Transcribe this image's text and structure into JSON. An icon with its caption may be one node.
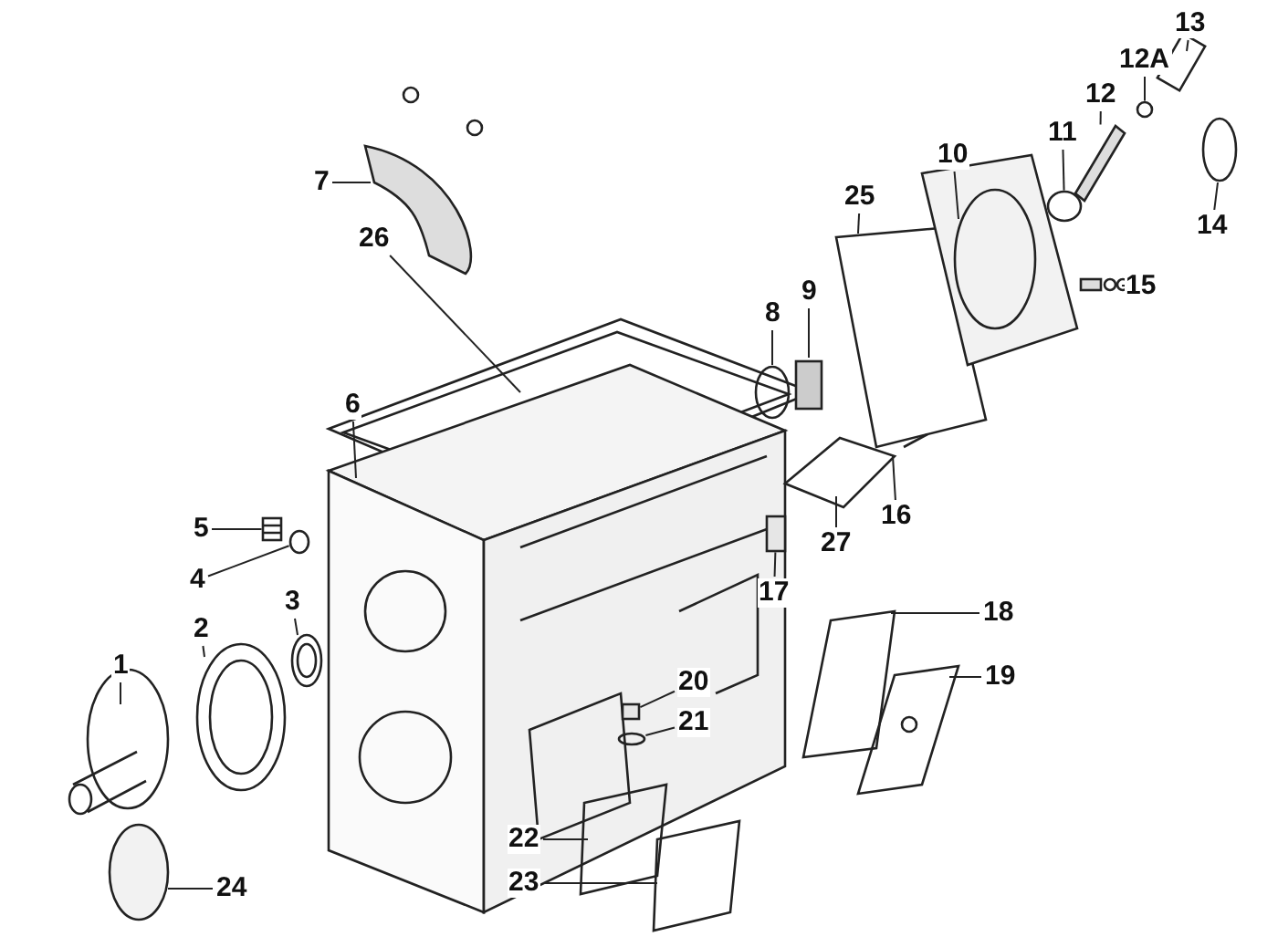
{
  "diagram": {
    "nodes": [
      {
        "text": [
          "1"
        ]
      },
      {
        "text": [
          "2"
        ]
      },
      {
        "text": [
          "3"
        ]
      },
      {
        "text": [
          "4"
        ]
      },
      {
        "text": [
          "5"
        ]
      },
      {
        "text": [
          "6"
        ]
      },
      {
        "text": [
          "7"
        ]
      },
      {
        "text": [
          "8"
        ]
      },
      {
        "text": [
          "9"
        ]
      },
      {
        "text": [
          "10"
        ]
      },
      {
        "text": [
          "11"
        ]
      },
      {
        "text": [
          "12"
        ]
      },
      {
        "text": [
          "12A"
        ]
      },
      {
        "text": [
          "13"
        ]
      },
      {
        "text": [
          "14"
        ]
      },
      {
        "text": [
          "15"
        ]
      },
      {
        "text": [
          "16"
        ]
      },
      {
        "text": [
          "17"
        ]
      },
      {
        "text": [
          "18"
        ]
      },
      {
        "text": [
          "19"
        ]
      },
      {
        "text": [
          "20"
        ]
      },
      {
        "text": [
          "21"
        ]
      },
      {
        "text": [
          "22"
        ]
      },
      {
        "text": [
          "23"
        ]
      },
      {
        "text": [
          "24"
        ]
      },
      {
        "text": [
          "25"
        ]
      },
      {
        "text": [
          "26"
        ]
      },
      {
        "text": [
          "27"
        ]
      },
      {
        "text": [],
        "shape": "circle"
      },
      {
        "text": [],
        "shape": "picture"
      },
      {
        "text": [],
        "shape": "circle"
      },
      {
        "text": [],
        "shape": "picture"
      },
      {
        "text": [],
        "shape": "circle"
      },
      {
        "text": [],
        "shape": "picture"
      },
      {
        "text": [],
        "shape": "box"
      },
      {
        "text": [],
        "shape": "box"
      },
      {
        "text": [],
        "shape": "circle"
      }
    ],
    "edges": [
      {
        "from": 0,
        "to": null,
        "arrow": "none"
      },
      {
        "from": 1,
        "to": null,
        "arrow": "none"
      },
      {
        "from": 2,
        "to": null,
        "arrow": "none"
      },
      {
        "from": 3,
        "to": 28,
        "arrow": "none"
      },
      {
        "from": 4,
        "to": 29,
        "arrow": "none"
      },
      {
        "from": 5,
        "to": null,
        "arrow": "none"
      },
      {
        "from": 6,
        "to": null,
        "arrow": "none"
      },
      {
        "from": 7,
        "to": null,
        "arrow": "none"
      },
      {
        "from": 8,
        "to": null,
        "arrow": "none"
      },
      {
        "from": 9,
        "to": null,
        "arrow": "none"
      },
      {
        "from": 10,
        "to": 30,
        "arrow": "none"
      },
      {
        "from": 11,
        "to": 31,
        "arrow": "none"
      },
      {
        "from": 12,
        "to": 32,
        "arrow": "none"
      },
      {
        "from": 13,
        "to": null,
        "arrow": "none"
      },
      {
        "from": 14,
        "to": null,
        "arrow": "none"
      },
      {
        "from": 15,
        "to": 33,
        "arrow": "none"
      },
      {
        "from": 16,
        "to": null,
        "arrow": "none"
      },
      {
        "from": 17,
        "to": 34,
        "arrow": "none"
      },
      {
        "from": 18,
        "to": null,
        "arrow": "none"
      },
      {
        "from": 19,
        "to": null,
        "arrow": "none"
      },
      {
        "from": 20,
        "to": 35,
        "arrow": "none"
      },
      {
        "from": 21,
        "to": 36,
        "arrow": "none"
      },
      {
        "from": 22,
        "to": null,
        "arrow": "none"
      },
      {
        "from": 23,
        "to": null,
        "arrow": "none"
      },
      {
        "from": 24,
        "to": null,
        "arrow": "none"
      },
      {
        "from": 25,
        "to": null,
        "arrow": "none"
      },
      {
        "from": 26,
        "to": null,
        "arrow": "none"
      },
      {
        "from": 27,
        "to": null,
        "arrow": "none"
      }
    ]
  }
}
